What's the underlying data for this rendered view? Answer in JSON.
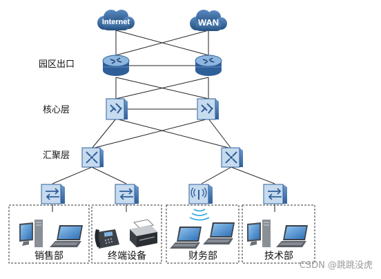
{
  "clouds": [
    {
      "name": "internet",
      "label": "Internet"
    },
    {
      "name": "wan",
      "label": "WAN"
    }
  ],
  "layers": {
    "egress": "园区出口",
    "core": "核心层",
    "aggregation": "汇聚层"
  },
  "departments": [
    {
      "name": "sales",
      "label": "销售部"
    },
    {
      "name": "terminals",
      "label": "终端设备"
    },
    {
      "name": "finance",
      "label": "财务部"
    },
    {
      "name": "tech",
      "label": "技术部"
    }
  ],
  "watermark": "CSDN @跳跳没虎",
  "colors": {
    "device_blue": "#3d6ea8",
    "device_light": "#c7dbef",
    "cloud_blue": "#2e5c93",
    "wifi_blue": "#33a9e6",
    "line": "#222222",
    "dashed_box": "#333333"
  },
  "icons": {
    "cloud": "cloud-icon",
    "router": "router-icon",
    "core_switch": "core-switch-icon",
    "aggregation_switch": "aggregation-switch-icon",
    "access_switch": "access-switch-icon",
    "wireless_ap": "wireless-ap-icon",
    "desktop_pc": "desktop-pc-icon",
    "laptop": "laptop-icon",
    "ip_phone": "ip-phone-icon",
    "printer": "printer-icon"
  }
}
